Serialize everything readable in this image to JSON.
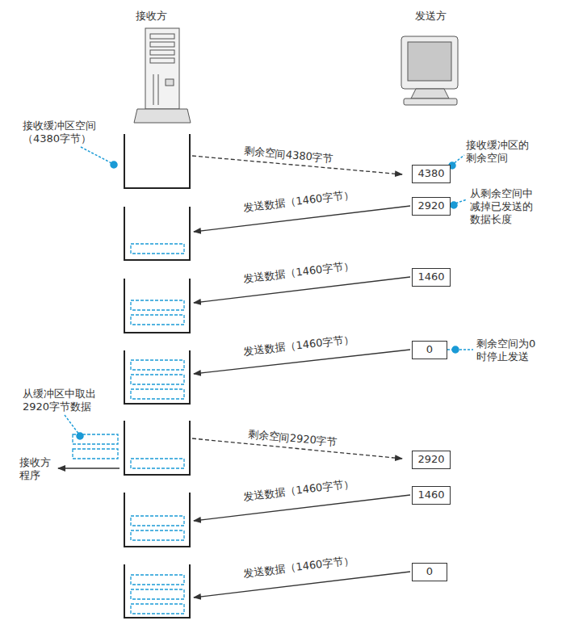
{
  "diagram": {
    "nodes": [
      {
        "text": [
          "4380"
        ]
      },
      {
        "text": [
          "2920"
        ]
      },
      {
        "text": [
          "1460"
        ]
      },
      {
        "text": [
          "0"
        ]
      },
      {
        "text": [
          "2920"
        ]
      },
      {
        "text": [
          "1460"
        ]
      },
      {
        "text": [
          "0"
        ]
      }
    ],
    "labels": [
      "接收方",
      "发送方",
      "接收缓冲区空间 （4380字节）",
      "剩余空间4380字节",
      "接收缓冲区的 剩余空间",
      "从剩余空间中 减掉已发送的 数据长度",
      "发送数据（1460字节）",
      "发送数据（1460字节）",
      "剩余空间为0 时停止发送",
      "发送数据（1460字节）",
      "从缓冲区中取出 2920字节数据",
      "接收方 程序",
      "剩余空间2920字节",
      "发送数据（1460字节）",
      "发送数据（1460字节）"
    ]
  }
}
